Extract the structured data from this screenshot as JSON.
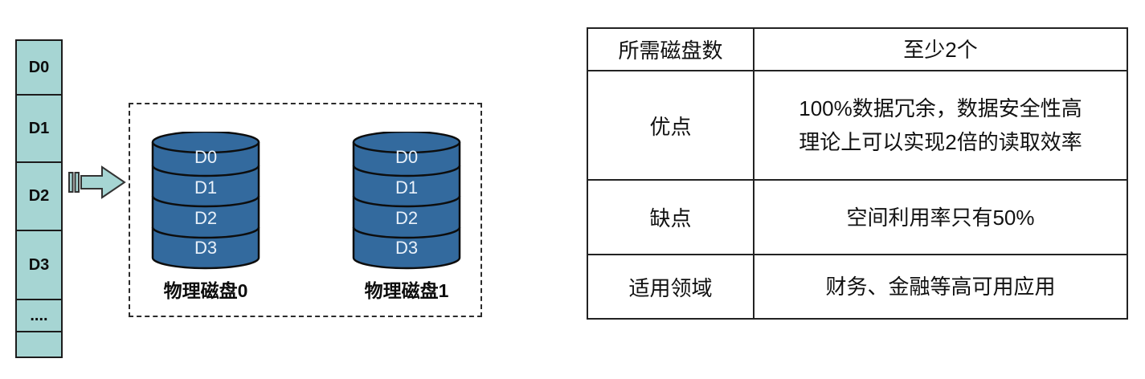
{
  "colors": {
    "stripe_teal": "#a6d5d3",
    "disk_blue": "#336a9e",
    "outline_black": "#1c1c1c",
    "disk_label_white": "#e9f1fa"
  },
  "icons": {
    "flow_arrow": "block-arrow-right-icon"
  },
  "stripe": {
    "blocks": [
      "D0",
      "D1",
      "D2",
      "D3",
      "....",
      ""
    ]
  },
  "raid_group": {
    "disks": [
      {
        "caption": "物理磁盘0",
        "segments": [
          "D0",
          "D1",
          "D2",
          "D3"
        ]
      },
      {
        "caption": "物理磁盘1",
        "segments": [
          "D0",
          "D1",
          "D2",
          "D3"
        ]
      }
    ]
  },
  "table": {
    "rows": [
      {
        "label": "所需磁盘数",
        "lines": [
          "至少2个"
        ]
      },
      {
        "label": "优点",
        "lines": [
          "100%数据冗余，数据安全性高",
          "理论上可以实现2倍的读取效率"
        ]
      },
      {
        "label": "缺点",
        "lines": [
          "空间利用率只有50%"
        ]
      },
      {
        "label": "适用领域",
        "lines": [
          "财务、金融等高可用应用"
        ]
      }
    ]
  }
}
